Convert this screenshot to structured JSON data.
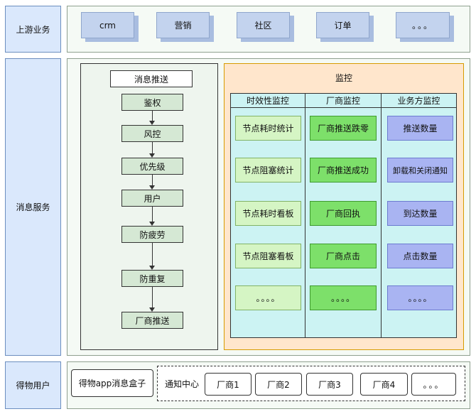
{
  "lanes": {
    "upstream": "上游业务",
    "service": "消息服务",
    "users": "得物用户"
  },
  "upstream_items": [
    "crm",
    "营销",
    "社区",
    "订单",
    "。。。"
  ],
  "push": {
    "title": "消息推送",
    "steps": [
      "鉴权",
      "风控",
      "优先级",
      "用户",
      "防疲劳",
      "防重复",
      "厂商推送"
    ]
  },
  "monitor": {
    "title": "监控",
    "columns": [
      {
        "title": "时效性监控",
        "items": [
          "节点耗时统计",
          "节点阻塞统计",
          "节点耗时看板",
          "节点阻塞看板",
          "。。。。"
        ]
      },
      {
        "title": "厂商监控",
        "items": [
          "厂商推送跌零",
          "厂商推送成功",
          "厂商回执",
          "厂商点击",
          "。。。。"
        ]
      },
      {
        "title": "业务方监控",
        "items": [
          "推送数量",
          "卸载和关闭通知",
          "到达数量",
          "点击数量",
          "。。。。"
        ]
      }
    ]
  },
  "users": {
    "app_box": "得物app消息盒子",
    "center_label": "通知中心",
    "vendors": [
      "厂商1",
      "厂商2",
      "厂商3",
      "厂商4",
      "。。。"
    ]
  }
}
